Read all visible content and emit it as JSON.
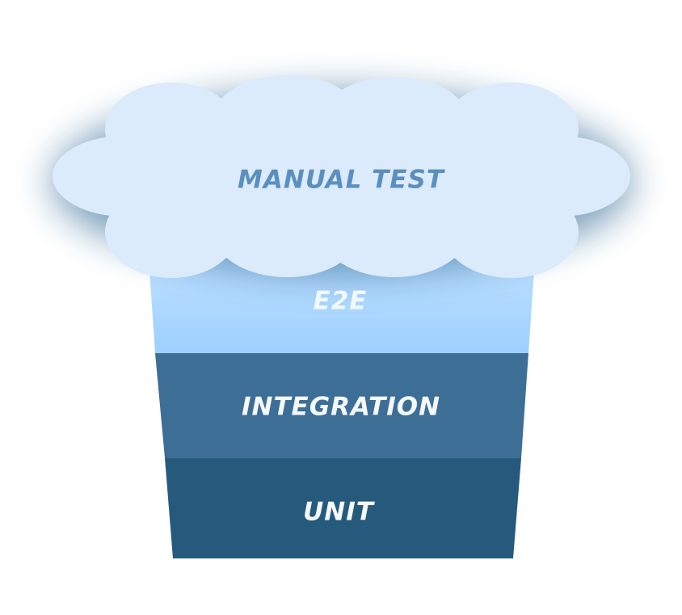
{
  "diagram": {
    "layers": [
      {
        "key": "manual",
        "label": "MANUAL TEST",
        "fill": "#dcebfb",
        "text_color": "#5b8fbf"
      },
      {
        "key": "e2e",
        "label": "E2E",
        "fill_top": "#bfe0ff",
        "fill_bottom": "#9dd0ff",
        "text_color": "#f2f8ff"
      },
      {
        "key": "integration",
        "label": "INTEGRATION",
        "fill": "#3d6e96",
        "text_color": "#f4f8fb"
      },
      {
        "key": "unit",
        "label": "UNIT",
        "fill": "#265a7d",
        "text_color": "#f4f8fb"
      }
    ],
    "cloud_shadow_color": "#1f5a8a"
  }
}
